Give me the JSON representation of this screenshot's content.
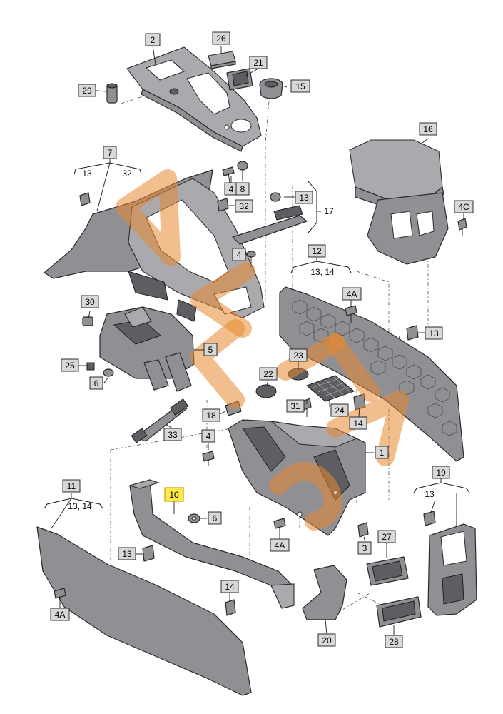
{
  "colors": {
    "part_fill": "#8f8f94",
    "label_fill": "#d8d8d8",
    "highlight_fill": "#ffe84a",
    "watermark": "#e8892f"
  },
  "labels": {
    "l2": "2",
    "l26": "26",
    "l21": "21",
    "l15": "15",
    "l29": "29",
    "l16": "16",
    "l7": "7",
    "l13a": "13",
    "l32a": "32",
    "l4a": "4",
    "l8": "8",
    "l32b": "32",
    "l13b": "13",
    "l17": "17",
    "l4c": "4C",
    "l4b": "4",
    "l12": "12",
    "l1314a": "13, 14",
    "l4Aa": "4A",
    "l13c": "13",
    "l30": "30",
    "l5": "5",
    "l23": "23",
    "l25": "25",
    "l22": "22",
    "l6a": "6",
    "l31": "31",
    "l24": "24",
    "l14a": "14",
    "l18": "18",
    "l33": "33",
    "l4d": "4",
    "l1": "1",
    "l11": "11",
    "l1314b": "13, 14",
    "l10": "10",
    "l6b": "6",
    "l19": "19",
    "l13d": "13",
    "l4Ab": "4A",
    "l27": "27",
    "l3": "3",
    "l13e": "13",
    "l14b": "14",
    "l4Ac": "4A",
    "l20": "20",
    "l28": "28"
  }
}
